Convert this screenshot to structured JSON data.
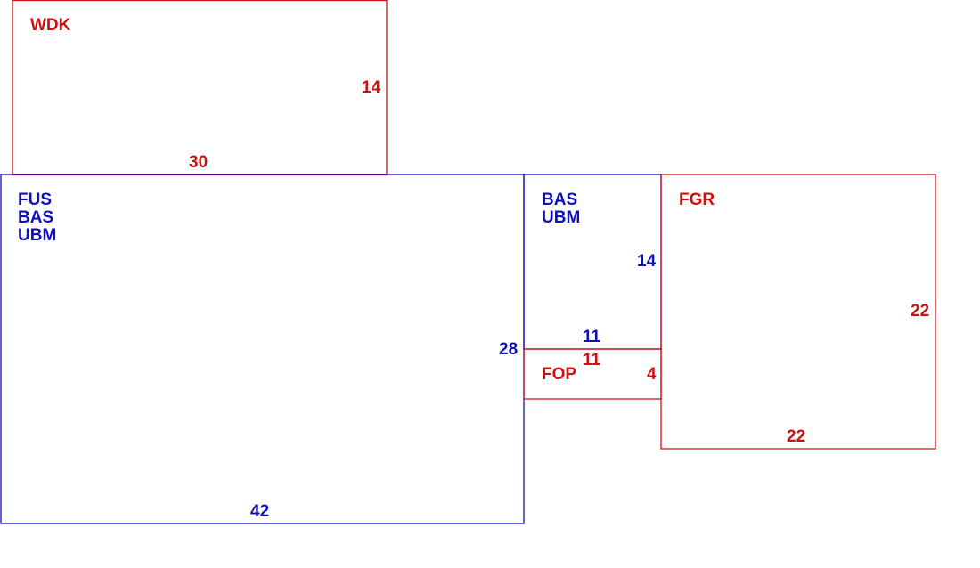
{
  "colors": {
    "red": "#d01010",
    "blue": "#1010b8"
  },
  "boxes": [
    {
      "id": "wdk",
      "color": "red",
      "names": [
        "WDK"
      ],
      "width_label": "30",
      "height_label": "14"
    },
    {
      "id": "fus",
      "color": "blue",
      "names": [
        "FUS",
        "BAS",
        "UBM"
      ],
      "width_label": "42",
      "height_label": "28"
    },
    {
      "id": "bas",
      "color": "blue",
      "names": [
        "BAS",
        "UBM"
      ],
      "width_label": "11",
      "height_label": "14"
    },
    {
      "id": "fop",
      "color": "red",
      "names": [
        "FOP"
      ],
      "width_label": "11",
      "height_label": "4"
    },
    {
      "id": "fgr",
      "color": "red",
      "names": [
        "FGR"
      ],
      "width_label": "22",
      "height_label": "22"
    }
  ]
}
